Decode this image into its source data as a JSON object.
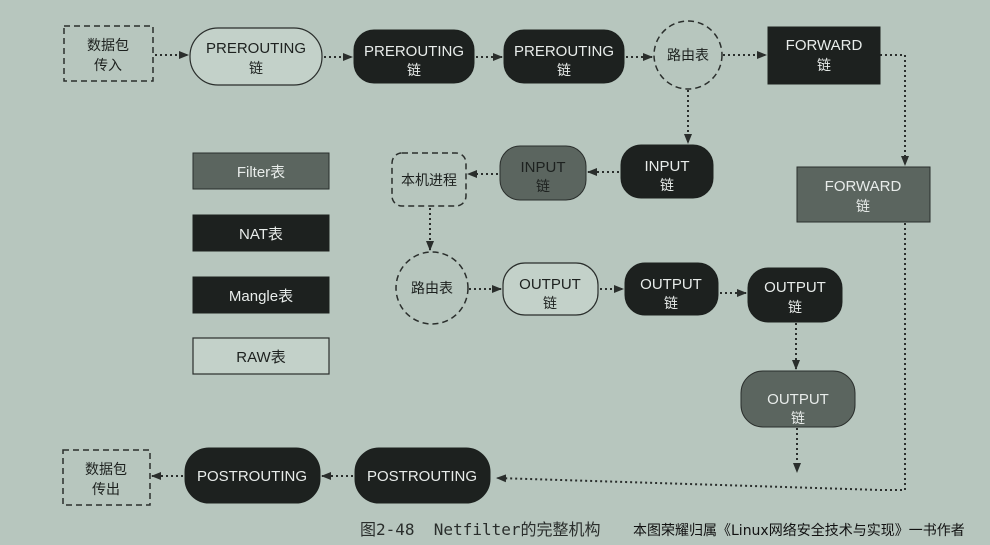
{
  "nodes": {
    "packet_in": [
      "数据包",
      "传入"
    ],
    "packet_out": [
      "数据包",
      "传出"
    ],
    "local_process": "本机进程",
    "routing_table_1": "路由表",
    "routing_table_2": "路由表",
    "prerouting_raw": [
      "PREROUTING",
      "链"
    ],
    "prerouting_mangle": [
      "PREROUTING",
      "链"
    ],
    "prerouting_nat": [
      "PREROUTING",
      "链"
    ],
    "forward_mangle": [
      "FORWARD",
      "链"
    ],
    "forward_filter": [
      "FORWARD",
      "链"
    ],
    "input_mangle": [
      "INPUT",
      "链"
    ],
    "input_filter": [
      "INPUT",
      "链"
    ],
    "output_raw": [
      "OUTPUT",
      "链"
    ],
    "output_mangle": [
      "OUTPUT",
      "链"
    ],
    "output_nat": [
      "OUTPUT",
      "链"
    ],
    "output_filter": [
      "OUTPUT",
      "链"
    ],
    "postrouting_nat": "POSTROUTING",
    "postrouting_mangle": "POSTROUTING"
  },
  "legend": {
    "filter": "Filter表",
    "nat": "NAT表",
    "mangle": "Mangle表",
    "raw": "RAW表"
  },
  "caption": {
    "figure": "图2-48  Netfilter的完整机构",
    "credit": "本图荣耀归属《Linux网络安全技术与实现》一书作者"
  },
  "colors": {
    "background": "#b7c6be",
    "filter": "#5b655f",
    "nat": "#1d211f",
    "mangle": "#1d211f",
    "raw": "#c3d1c9"
  }
}
